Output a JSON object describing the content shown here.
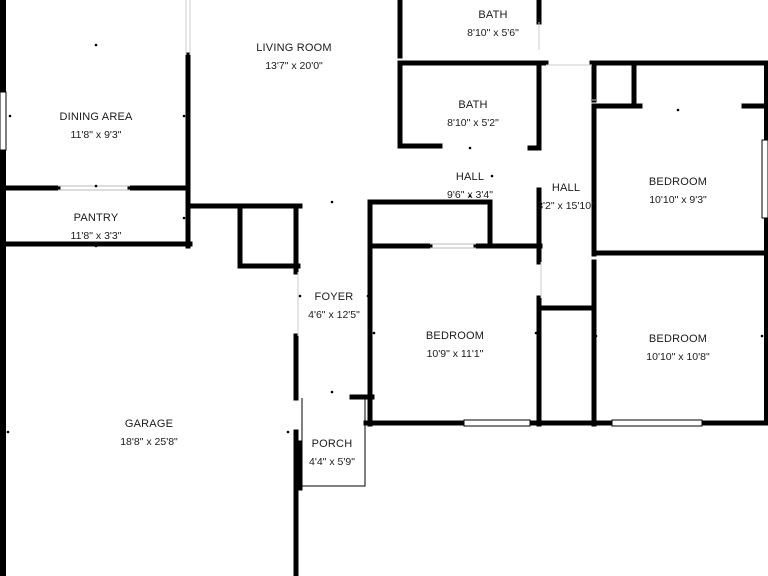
{
  "plan": {
    "rooms": [
      {
        "id": "dining-area",
        "name": "DINING AREA",
        "dims": "11'8\" x 9'3\""
      },
      {
        "id": "pantry",
        "name": "PANTRY",
        "dims": "11'8\" x 3'3\""
      },
      {
        "id": "living-room",
        "name": "LIVING ROOM",
        "dims": "13'7\" x 20'0\""
      },
      {
        "id": "bath-top",
        "name": "BATH",
        "dims": "8'10\" x 5'6\""
      },
      {
        "id": "bath-middle",
        "name": "BATH",
        "dims": "8'10\" x 5'2\""
      },
      {
        "id": "hall-horizontal",
        "name": "HALL",
        "dims": "9'6\" x 3'4\""
      },
      {
        "id": "hall-vertical",
        "name": "HALL",
        "dims": "3'2\" x 15'10\""
      },
      {
        "id": "bedroom-top-right",
        "name": "BEDROOM",
        "dims": "10'10\" x 9'3\""
      },
      {
        "id": "foyer",
        "name": "FOYER",
        "dims": "4'6\" x 12'5\""
      },
      {
        "id": "bedroom-center",
        "name": "BEDROOM",
        "dims": "10'9\" x 11'1\""
      },
      {
        "id": "bedroom-bottom-right",
        "name": "BEDROOM",
        "dims": "10'10\" x 10'8\""
      },
      {
        "id": "garage",
        "name": "GARAGE",
        "dims": "18'8\" x 25'8\""
      },
      {
        "id": "porch",
        "name": "PORCH",
        "dims": "4'4\" x 5'9\""
      }
    ]
  }
}
